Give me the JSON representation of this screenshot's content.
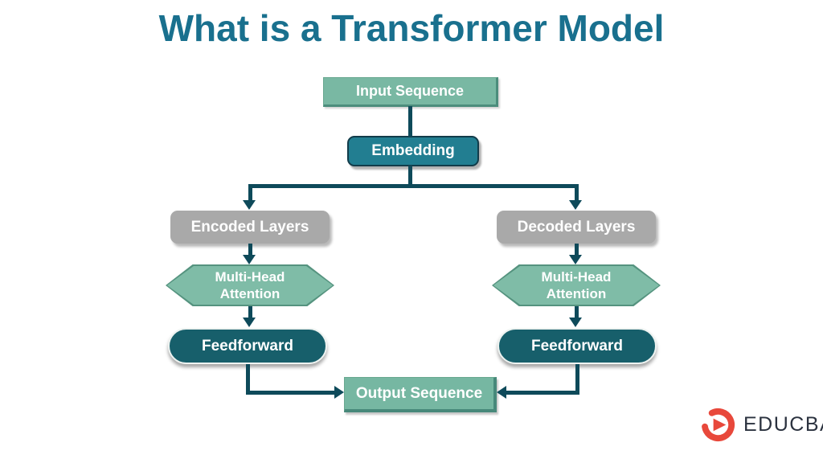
{
  "title": "What is a Transformer Model",
  "diagram": {
    "input_label": "Input Sequence",
    "embedding_label": "Embedding",
    "encoded_label": "Encoded Layers",
    "decoded_label": "Decoded Layers",
    "attention_line1": "Multi-Head",
    "attention_line2": "Attention",
    "feedforward_label": "Feedforward",
    "output_label": "Output Sequence",
    "edges": [
      {
        "from": "Input Sequence",
        "to": "Embedding"
      },
      {
        "from": "Embedding",
        "to": "Encoded Layers"
      },
      {
        "from": "Embedding",
        "to": "Decoded Layers"
      },
      {
        "from": "Encoded Layers",
        "to": "Multi-Head Attention (encoder)"
      },
      {
        "from": "Multi-Head Attention (encoder)",
        "to": "Feedforward (encoder)"
      },
      {
        "from": "Feedforward (encoder)",
        "to": "Output Sequence"
      },
      {
        "from": "Decoded Layers",
        "to": "Multi-Head Attention (decoder)"
      },
      {
        "from": "Multi-Head Attention (decoder)",
        "to": "Feedforward (decoder)"
      },
      {
        "from": "Feedforward (decoder)",
        "to": "Output Sequence"
      }
    ]
  },
  "logo": {
    "text": "EDUCBA",
    "icon": "play-swirl-icon"
  },
  "colors": {
    "title_teal": "#19708e",
    "light_green_box": "#79b8a3",
    "hexagon_green": "#7fbca7",
    "embedding_teal": "#227e91",
    "feedforward_dark_teal": "#175f6b",
    "gray_box": "#a9a9a9",
    "connector_line": "#0e4a5a",
    "logo_red": "#e8483b",
    "logo_text": "#2b323f"
  }
}
